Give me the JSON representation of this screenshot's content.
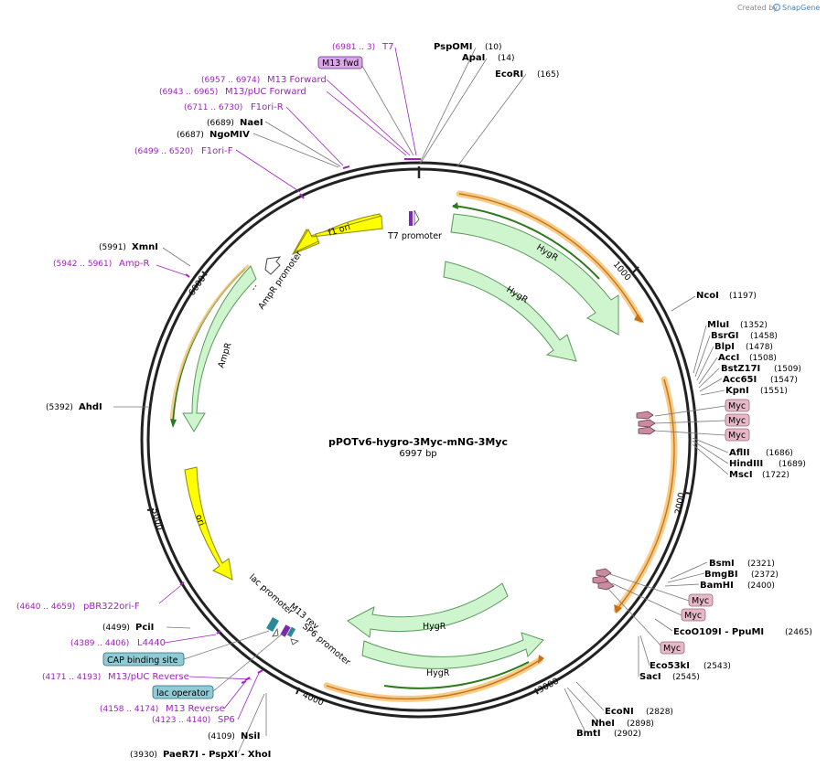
{
  "watermark": {
    "prefix": "Created by",
    "brand": "SnapGene"
  },
  "plasmid": {
    "name": "pPOTv6-hygro-3Myc-mNG-3Myc",
    "size_label": "6997 bp"
  },
  "ticks": [
    "1000",
    "2000",
    "3000",
    "4000",
    "5000",
    "6000"
  ],
  "restriction_sites": [
    {
      "name": "PspOMI",
      "pos": "(10)"
    },
    {
      "name": "ApaI",
      "pos": "(14)"
    },
    {
      "name": "EcoRI",
      "pos": "(165)"
    },
    {
      "name": "NcoI",
      "pos": "(1197)"
    },
    {
      "name": "MluI",
      "pos": "(1352)"
    },
    {
      "name": "BsrGI",
      "pos": "(1458)"
    },
    {
      "name": "BlpI",
      "pos": "(1478)"
    },
    {
      "name": "AccI",
      "pos": "(1508)"
    },
    {
      "name": "BstZ17I",
      "pos": "(1509)"
    },
    {
      "name": "Acc65I",
      "pos": "(1547)"
    },
    {
      "name": "KpnI",
      "pos": "(1551)"
    },
    {
      "name": "AflII",
      "pos": "(1686)"
    },
    {
      "name": "HindIII",
      "pos": "(1689)"
    },
    {
      "name": "MscI",
      "pos": "(1722)"
    },
    {
      "name": "BsmI",
      "pos": "(2321)"
    },
    {
      "name": "BmgBI",
      "pos": "(2372)"
    },
    {
      "name": "BamHI",
      "pos": "(2400)"
    },
    {
      "name": "EcoO109I - PpuMI",
      "pos": "(2465)"
    },
    {
      "name": "Eco53kI",
      "pos": "(2543)"
    },
    {
      "name": "SacI",
      "pos": "(2545)"
    },
    {
      "name": "EcoNI",
      "pos": "(2828)"
    },
    {
      "name": "NheI",
      "pos": "(2898)"
    },
    {
      "name": "BmtI",
      "pos": "(2902)"
    },
    {
      "name": "NsiI",
      "pos": "(4109)"
    },
    {
      "name": "PaeR7I - PspXI - XhoI",
      "pos": "(3930)"
    },
    {
      "name": "PciI",
      "pos": "(4499)"
    },
    {
      "name": "AhdI",
      "pos": "(5392)"
    },
    {
      "name": "XmnI",
      "pos": "(5991)"
    },
    {
      "name": "NaeI",
      "pos": "(6689)"
    },
    {
      "name": "NgoMIV",
      "pos": "(6687)"
    }
  ],
  "primers": [
    {
      "name": "T7",
      "range": "(6981 .. 3)"
    },
    {
      "name": "M13 Forward",
      "range": "(6957 .. 6974)"
    },
    {
      "name": "M13/pUC Forward",
      "range": "(6943 .. 6965)"
    },
    {
      "name": "F1ori-R",
      "range": "(6711 .. 6730)"
    },
    {
      "name": "F1ori-F",
      "range": "(6499 .. 6520)"
    },
    {
      "name": "Amp-R",
      "range": "(5942 .. 5961)"
    },
    {
      "name": "pBR322ori-F",
      "range": "(4640 .. 4659)"
    },
    {
      "name": "L4440",
      "range": "(4389 .. 4406)"
    },
    {
      "name": "M13/pUC Reverse",
      "range": "(4171 .. 4193)"
    },
    {
      "name": "M13 Reverse",
      "range": "(4158 .. 4174)"
    },
    {
      "name": "SP6",
      "range": "(4123 .. 4140)"
    }
  ],
  "boxed_labels": {
    "m13_fwd": "M13 fwd",
    "cap_binding_site": "CAP binding site",
    "lac_operator": "lac operator",
    "myc": "Myc"
  },
  "features": {
    "t7_promoter": "T7 promoter",
    "f1_ori": "f1 ori",
    "ampr_promoter": "AmpR promoter",
    "ampr": "AmpR",
    "ori": "ori",
    "lac_promoter": "lac promoter",
    "m13_rev": "M13 rev",
    "sp6_promoter": "SP6 promoter",
    "hygr": "HygR"
  },
  "colors": {
    "backbone": "#222222",
    "feature_fill": "#cff5cf",
    "feature_stroke": "#5a9a5a",
    "yellow": "#ffff00",
    "orange_glow": "#f5c77a",
    "primer": "#a020c0",
    "myc_box": "#e6b8c8",
    "cap_box": "#8ecbd6"
  }
}
